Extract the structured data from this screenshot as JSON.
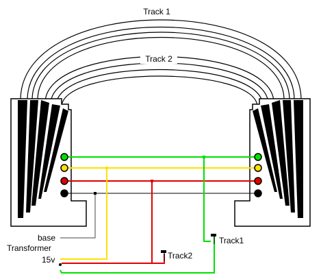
{
  "tracks": {
    "track1_label": "Track 1",
    "track2_label": "Track 2"
  },
  "labels": {
    "base": "base",
    "transformer": "Transformer",
    "voltage": "15v",
    "switch_track2": "Track2",
    "switch_track1": "Track1"
  },
  "wire_colors": {
    "green": "#00e000",
    "yellow": "#ffe000",
    "red": "#e00000",
    "black": "#000000",
    "base_line": "#444444"
  }
}
